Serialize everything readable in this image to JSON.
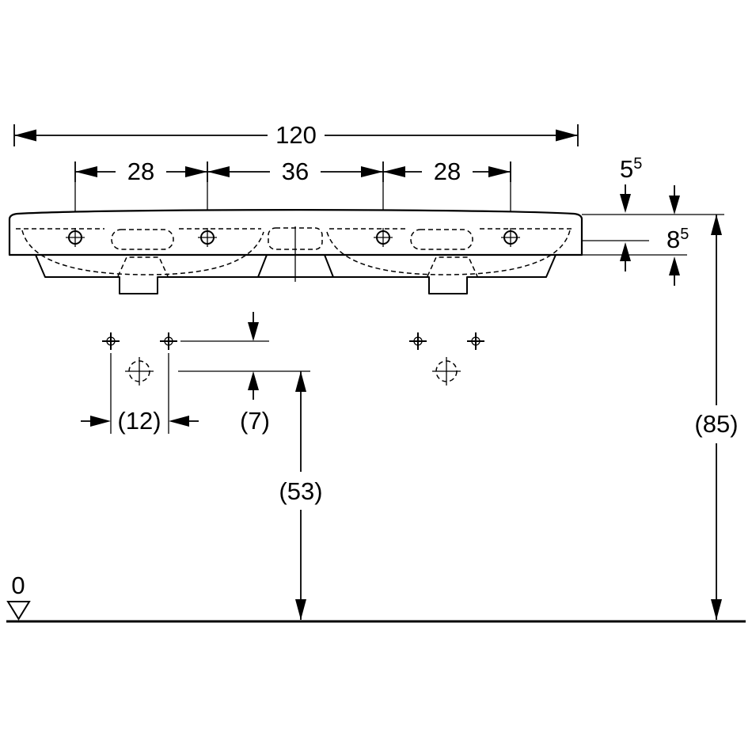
{
  "drawing": {
    "type": "washbasin-front-elevation-technical-drawing",
    "units": "cm",
    "colors": {
      "line": "#000000",
      "background": "#ffffff"
    },
    "dimensions": {
      "total_width": "120",
      "left_tap_spacing": "28",
      "center_tap_spacing": "36",
      "right_tap_spacing": "28",
      "rim_edge": {
        "base": "5",
        "sup": "5"
      },
      "front_height": {
        "base": "8",
        "sup": "5"
      },
      "fixing_hole_spacing": "(12)",
      "fixing_to_drain_offset": "(7)",
      "drain_height": "(53)",
      "rim_height": "(85)",
      "floor_level": "0"
    }
  }
}
